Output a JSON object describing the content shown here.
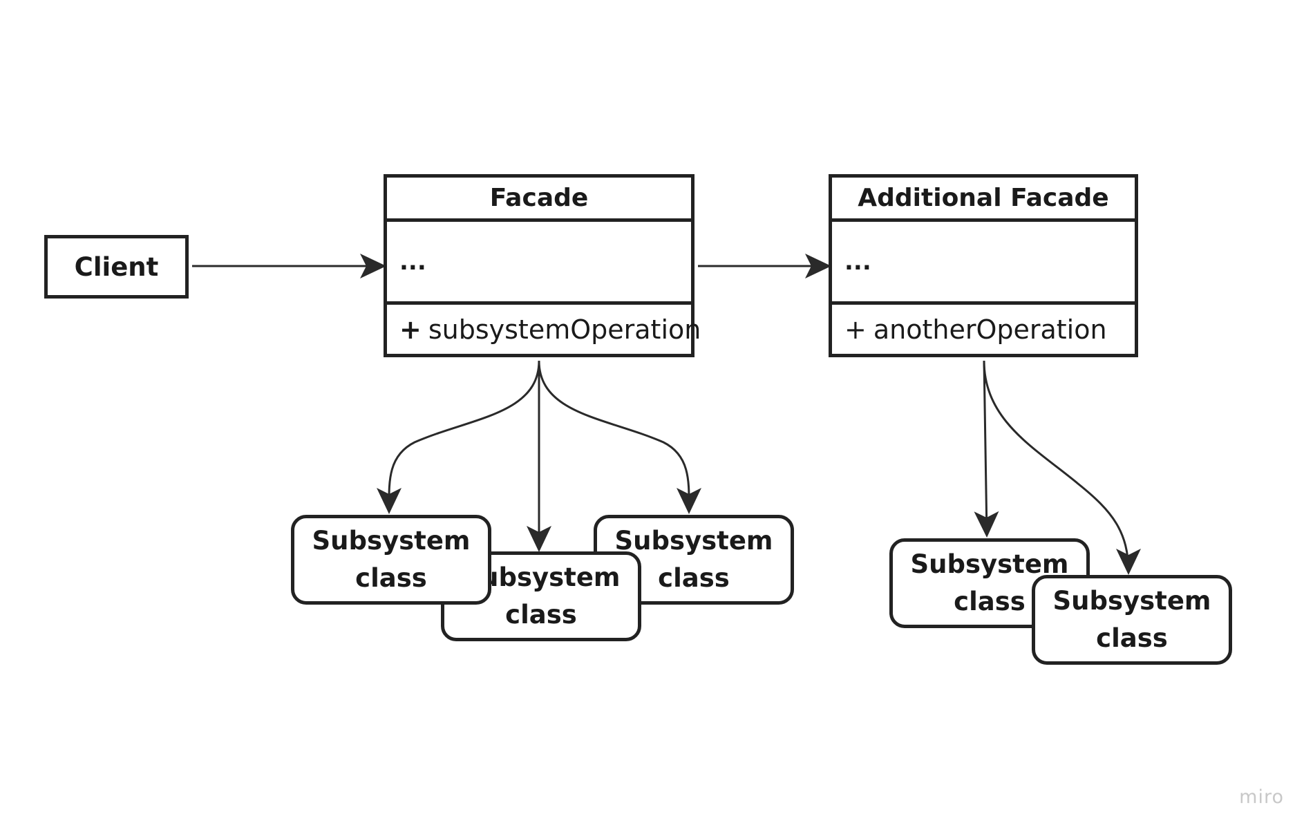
{
  "diagram": {
    "client": {
      "label": "Client"
    },
    "facade": {
      "name": "Facade",
      "attributes": "...",
      "operation_prefix": "+",
      "operation": "subsystemOperation"
    },
    "additional_facade": {
      "name": "Additional Facade",
      "attributes": "...",
      "operation_prefix": "+",
      "operation": "anotherOperation"
    },
    "subsystem_classes": [
      {
        "line1": "Subsystem",
        "line2": "class"
      },
      {
        "line1": "Subsystem",
        "line2": "class"
      },
      {
        "line1": "Subsystem",
        "line2": "class"
      },
      {
        "line1": "Subsystem",
        "line2": "class"
      },
      {
        "line1": "Subsystem",
        "line2": "class"
      }
    ]
  },
  "watermark": "miro",
  "colors": {
    "stroke": "#222222",
    "background": "#ffffff",
    "watermark": "#c8c8c8"
  }
}
